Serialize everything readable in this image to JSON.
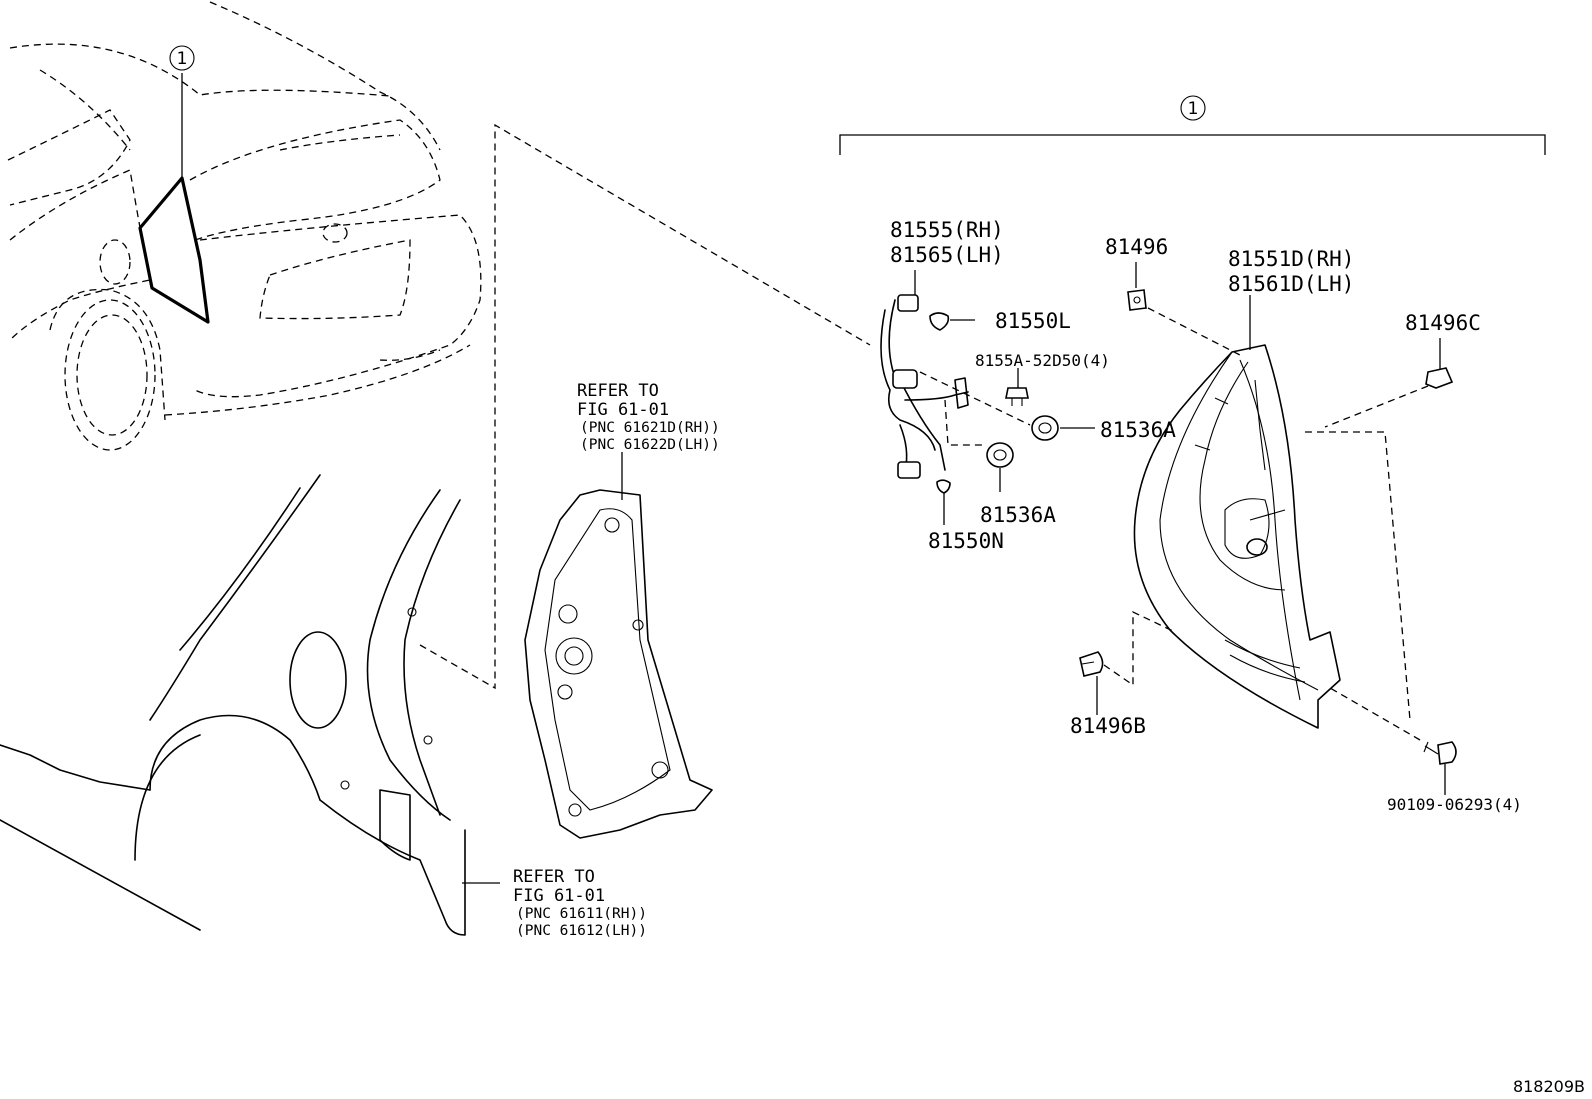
{
  "callout_marker": "1",
  "labels": {
    "socket_rh": "81555(RH)",
    "socket_lh": "81565(LH)",
    "bulb_l": "81550L",
    "bulb_n": "81550N",
    "screw_8155a": "8155A-52D50(4)",
    "grommet_upper": "81536A",
    "grommet_lower": "81536A",
    "clip_81496": "81496",
    "lamp_rh": "81551D(RH)",
    "lamp_lh": "81561D(LH)",
    "clip_81496c": "81496C",
    "clip_81496b": "81496B",
    "screw_90109": "90109-06293(4)"
  },
  "refer_upper": {
    "line1": "REFER TO",
    "line2": "FIG 61-01",
    "line3": "(PNC 61621D(RH))",
    "line4": "(PNC 61622D(LH))"
  },
  "refer_lower": {
    "line1": "REFER TO",
    "line2": "FIG 61-01",
    "line3": "(PNC 61611(RH))",
    "line4": "(PNC 61612(LH))"
  },
  "figure_code": "818209B"
}
